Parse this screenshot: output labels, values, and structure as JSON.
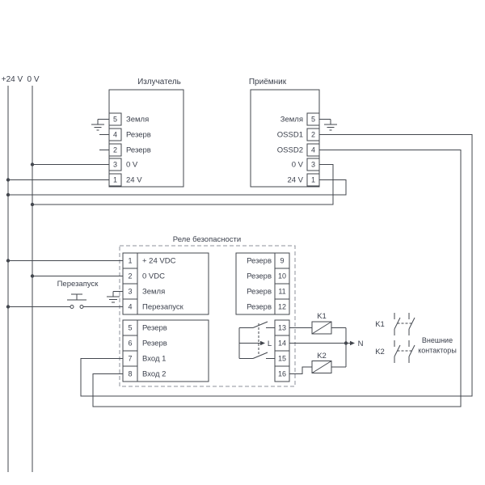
{
  "diagram": {
    "rails": {
      "plus24": "+24 V",
      "zero": "0 V"
    },
    "emitter": {
      "title": "Излучатель",
      "pins": [
        {
          "num": "5",
          "label": "Земля"
        },
        {
          "num": "4",
          "label": "Резерв"
        },
        {
          "num": "2",
          "label": "Резерв"
        },
        {
          "num": "3",
          "label": "0 V"
        },
        {
          "num": "1",
          "label": "24 V"
        }
      ]
    },
    "receiver": {
      "title": "Приёмник",
      "pins": [
        {
          "num": "5",
          "label": "Земля"
        },
        {
          "num": "2",
          "label": "OSSD1"
        },
        {
          "num": "4",
          "label": "OSSD2"
        },
        {
          "num": "3",
          "label": "0 V"
        },
        {
          "num": "1",
          "label": "24 V"
        }
      ]
    },
    "relay": {
      "title": "Реле безопасности",
      "left_top": [
        {
          "num": "1",
          "label": "+ 24 VDC"
        },
        {
          "num": "2",
          "label": "0 VDC"
        },
        {
          "num": "3",
          "label": "Земля"
        },
        {
          "num": "4",
          "label": "Перезапуск"
        }
      ],
      "left_bottom": [
        {
          "num": "5",
          "label": "Резерв"
        },
        {
          "num": "6",
          "label": "Резерв"
        },
        {
          "num": "7",
          "label": "Вход 1"
        },
        {
          "num": "8",
          "label": "Вход 2"
        }
      ],
      "right_top": [
        {
          "num": "9",
          "label": "Резерв"
        },
        {
          "num": "10",
          "label": "Резерв"
        },
        {
          "num": "11",
          "label": "Резерв"
        },
        {
          "num": "12",
          "label": "Резерв"
        }
      ],
      "right_bottom": [
        {
          "num": "13"
        },
        {
          "num": "14"
        },
        {
          "num": "15"
        },
        {
          "num": "16"
        }
      ]
    },
    "restart": {
      "label": "Перезапуск"
    },
    "nets": {
      "line": "L",
      "neutral": "N"
    },
    "coils": {
      "k1": "K1",
      "k2": "K2"
    },
    "external": {
      "k1": "K1",
      "k2": "K2",
      "caption_line1": "Внешние",
      "caption_line2": "контакторы"
    }
  }
}
